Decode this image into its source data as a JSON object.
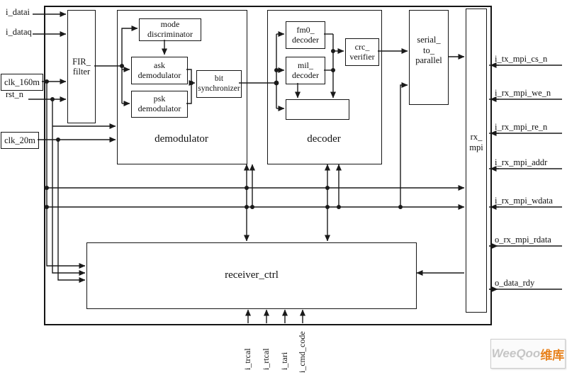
{
  "blocks": {
    "fir": {
      "lines": [
        "FIR_",
        "filter"
      ]
    },
    "demodulator": {
      "label": "demodulator"
    },
    "mode_discriminator": {
      "lines": [
        "mode",
        "discriminator"
      ]
    },
    "ask_demodulator": {
      "lines": [
        "ask",
        "demodulator"
      ]
    },
    "psk_demodulator": {
      "lines": [
        "psk",
        "demodulator"
      ]
    },
    "bit_synchronizer": {
      "lines": [
        "bit",
        "synchronizer"
      ]
    },
    "decoder": {
      "label": "decoder"
    },
    "fm0_decoder": {
      "lines": [
        "fm0_",
        "decoder"
      ]
    },
    "mil_decoder": {
      "lines": [
        "mil_",
        "decoder"
      ]
    },
    "crc_verifier": {
      "lines": [
        "crc_",
        "verifier"
      ]
    },
    "serial_to_parallel": {
      "lines": [
        "serial_",
        "to_",
        "parallel"
      ]
    },
    "rx_mpi": {
      "lines": [
        "rx_",
        "mpi"
      ]
    },
    "receiver_ctrl": {
      "label": "receiver_ctrl"
    }
  },
  "left_signals": [
    {
      "label": "i_datai",
      "boxed": false
    },
    {
      "label": "i_dataq",
      "boxed": false
    },
    {
      "label": "clk_160m",
      "boxed": true
    },
    {
      "label": "rst_n",
      "boxed": false
    },
    {
      "label": "clk_20m",
      "boxed": true
    }
  ],
  "right_signals": [
    {
      "label": "i_tx_mpi_cs_n",
      "direction": "in"
    },
    {
      "label": "i_rx_mpi_we_n",
      "direction": "in"
    },
    {
      "label": "i_rx_mpi_re_n",
      "direction": "in"
    },
    {
      "label": "i_rx_mpi_addr",
      "direction": "in"
    },
    {
      "label": "i_rx_mpi_wdata",
      "direction": "in"
    },
    {
      "label": "o_rx_mpi_rdata",
      "direction": "out"
    },
    {
      "label": "o_data_rdy",
      "direction": "out"
    }
  ],
  "bottom_signals": [
    {
      "label": "i_trcal"
    },
    {
      "label": "i_rtcal"
    },
    {
      "label": "i_tari"
    },
    {
      "label": "i_cmd_code"
    }
  ],
  "watermark": {
    "brand": "WeeQoo",
    "suffix": "维库"
  },
  "colors": {
    "line": "#1a1a1a",
    "watermark_brand": "#c6c6c6",
    "watermark_suffix": "#e8821e"
  }
}
